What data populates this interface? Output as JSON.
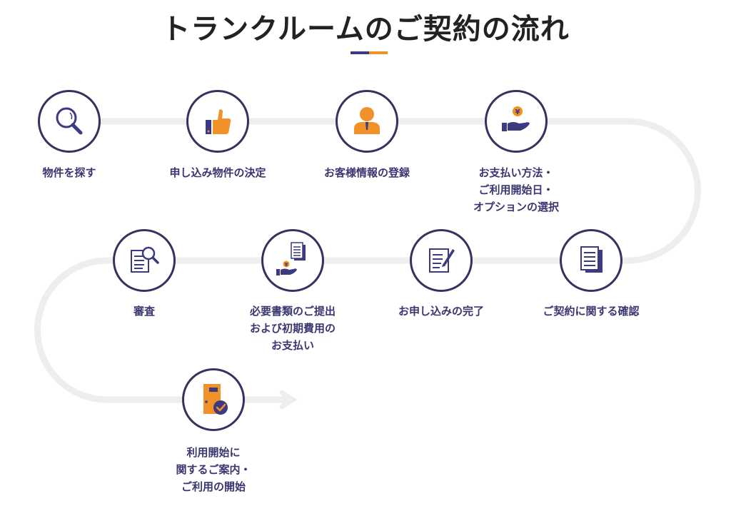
{
  "header": {
    "title": "トランクルームのご契約の流れ",
    "accent_colors": [
      "#3c3a80",
      "#f0912a"
    ]
  },
  "colors": {
    "circle_border": "#35325f",
    "label_text": "#3a3670",
    "icon_primary": "#3c3a80",
    "icon_accent": "#f0912a",
    "track": "#eeeeee"
  },
  "steps": [
    {
      "label": "物件を探す",
      "icon": "magnifier-icon"
    },
    {
      "label": "申し込み物件の決定",
      "icon": "thumbs-up-icon"
    },
    {
      "label": "お客様情報の登録",
      "icon": "person-icon"
    },
    {
      "label": "お支払い方法・\nご利用開始日・\nオプションの選択",
      "icon": "yen-hand-icon"
    },
    {
      "label": "ご契約に関する確認",
      "icon": "documents-icon"
    },
    {
      "label": "お申し込みの完了",
      "icon": "document-pen-icon"
    },
    {
      "label": "必要書類のご提出\nおよび初期費用の\nお支払い",
      "icon": "document-yen-hand-icon"
    },
    {
      "label": "審査",
      "icon": "document-search-icon"
    },
    {
      "label": "利用開始に\n関するご案内・\nご利用の開始",
      "icon": "door-check-icon"
    }
  ]
}
